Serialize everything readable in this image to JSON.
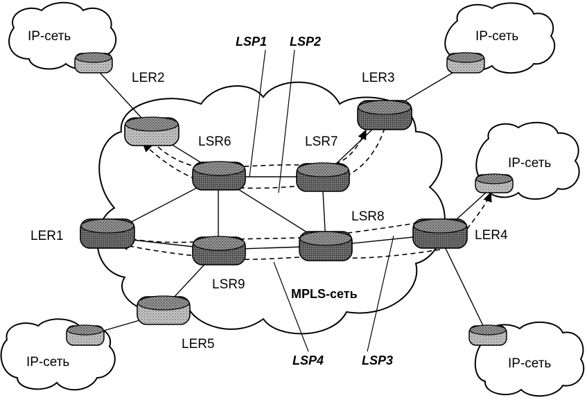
{
  "clouds": {
    "ip_net_1": "IP-сеть",
    "ip_net_2": "IP-сеть",
    "ip_net_3": "IP-сеть",
    "ip_net_4": "IP-сеть",
    "ip_net_5": "IP-сеть",
    "mpls_net": "MPLS-сеть"
  },
  "routers": {
    "ler1": "LER1",
    "ler2": "LER2",
    "ler3": "LER3",
    "ler4": "LER4",
    "ler5": "LER5",
    "lsr6": "LSR6",
    "lsr7": "LSR7",
    "lsr8": "LSR8",
    "lsr9": "LSR9"
  },
  "lsps": {
    "lsp1": "LSP1",
    "lsp2": "LSP2",
    "lsp3": "LSP3",
    "lsp4": "LSP4"
  }
}
